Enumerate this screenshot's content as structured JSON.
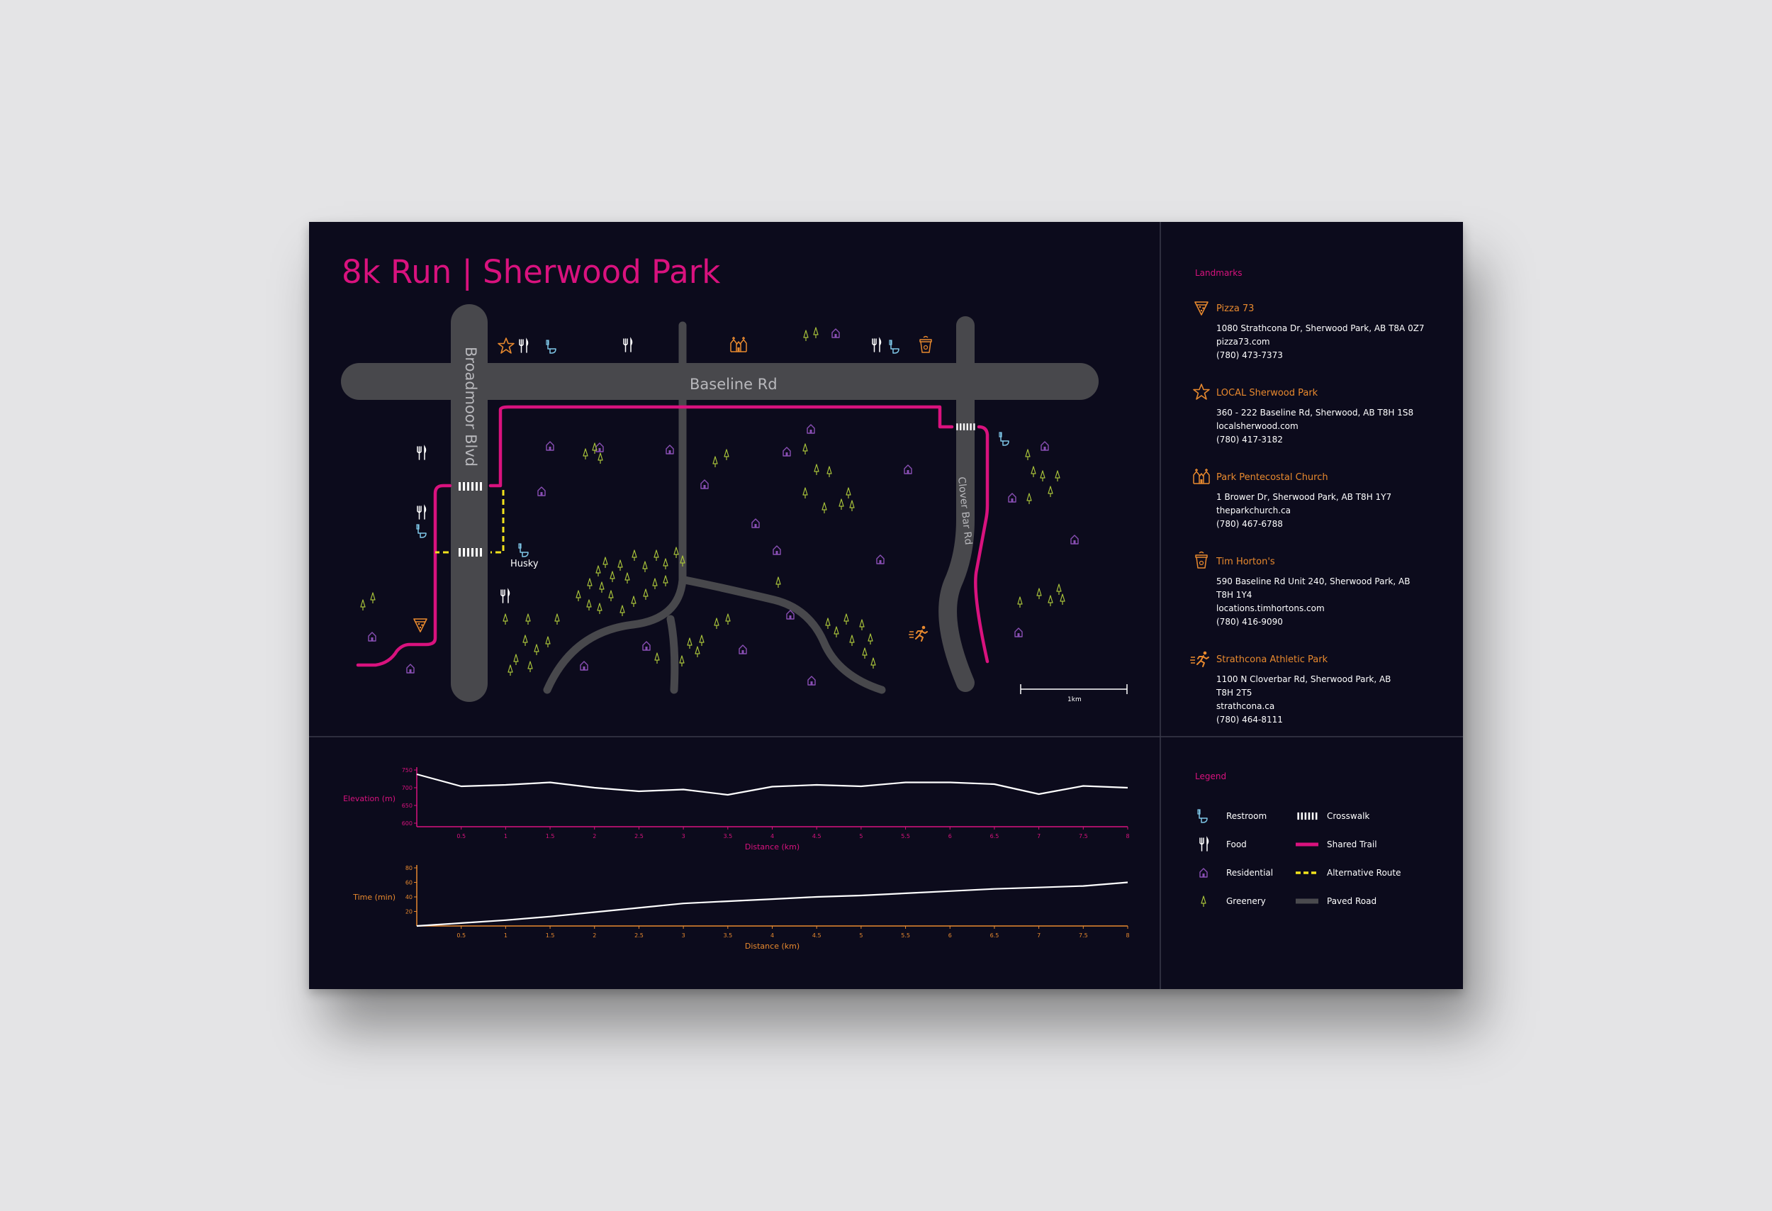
{
  "title": "8k Run | Sherwood Park",
  "roads": {
    "baseline": "Baseline Rd",
    "broadmoor": "Broadmoor Blvd",
    "cloverbar": "Clover Bar Rd"
  },
  "map_labels": {
    "husky": "Husky",
    "scale": "1km"
  },
  "colors": {
    "background": "#0c0b1c",
    "magenta": "#d9127e",
    "orange": "#e8892e",
    "yellow": "#f2e21c",
    "road": "#4a4a4e",
    "purple": "#8a4fb5",
    "green": "#a8c23a",
    "blue": "#7fc8e8",
    "white": "#ffffff"
  },
  "landmarks": {
    "heading": "Landmarks",
    "items": [
      {
        "icon": "pizza-icon",
        "name": "Pizza 73",
        "lines": [
          "1080 Strathcona Dr, Sherwood Park, AB T8A 0Z7",
          "pizza73.com",
          "(780) 473-7373"
        ]
      },
      {
        "icon": "star-icon",
        "name": "LOCAL Sherwood Park",
        "lines": [
          "360 - 222 Baseline Rd, Sherwood, AB T8H 1S8",
          "localsherwood.com",
          "(780) 417-3182"
        ]
      },
      {
        "icon": "church-icon",
        "name": "Park Pentecostal Church",
        "lines": [
          "1 Brower Dr, Sherwood Park, AB T8H 1Y7",
          "theparkchurch.ca",
          "(780) 467-6788"
        ]
      },
      {
        "icon": "coffee-cup-icon",
        "name": "Tim Horton's",
        "lines": [
          "590 Baseline Rd Unit 240, Sherwood Park, AB",
          "T8H 1Y4",
          "locations.timhortons.com",
          "(780) 416-9090"
        ]
      },
      {
        "icon": "runner-icon",
        "name": "Strathcona Athletic Park",
        "lines": [
          "1100 N Cloverbar Rd, Sherwood Park, AB",
          "T8H 2T5",
          "strathcona.ca",
          "(780) 464-8111"
        ]
      }
    ]
  },
  "legend": {
    "heading": "Legend",
    "items": [
      {
        "icon": "restroom-icon",
        "label": "Restroom"
      },
      {
        "icon": "food-icon",
        "label": "Food"
      },
      {
        "icon": "residential-icon",
        "label": "Residential"
      },
      {
        "icon": "greenery-icon",
        "label": "Greenery"
      },
      {
        "icon": "crosswalk-icon",
        "label": "Crosswalk"
      },
      {
        "icon": "shared-trail-line",
        "label": "Shared Trail"
      },
      {
        "icon": "alternative-route-line",
        "label": "Alternative Route"
      },
      {
        "icon": "paved-road-line",
        "label": "Paved Road"
      }
    ]
  },
  "chart_data": [
    {
      "type": "line",
      "ylabel": "Elevation (m)",
      "xlabel": "Distance (km)",
      "x": [
        0,
        0.5,
        1,
        1.5,
        2,
        2.5,
        3,
        3.5,
        4,
        4.5,
        5,
        5.5,
        6,
        6.5,
        7,
        7.5,
        8
      ],
      "y": [
        738,
        704,
        708,
        715,
        700,
        690,
        695,
        680,
        703,
        708,
        704,
        715,
        715,
        710,
        682,
        705,
        700
      ],
      "ylim": [
        590,
        750
      ],
      "yticks": [
        600,
        650,
        700,
        750
      ],
      "xticks": [
        "0.5",
        "1",
        "1.5",
        "2",
        "2.5",
        "3",
        "3.5",
        "4",
        "4.5",
        "5",
        "5.5",
        "6",
        "6.5",
        "7",
        "7.5",
        "8"
      ],
      "color": "#d9127e"
    },
    {
      "type": "line",
      "ylabel": "Time (min)",
      "xlabel": "Distance (km)",
      "x": [
        0,
        0.5,
        1,
        1.5,
        2,
        2.5,
        3,
        3.5,
        4,
        4.5,
        5,
        5.5,
        6,
        6.5,
        7,
        7.5,
        8
      ],
      "y": [
        0,
        4,
        8,
        13,
        19,
        25,
        31,
        34,
        37,
        40,
        42,
        45,
        48,
        51,
        53,
        55,
        60
      ],
      "ylim": [
        0,
        80
      ],
      "yticks": [
        20,
        40,
        60,
        80
      ],
      "xticks": [
        "0.5",
        "1",
        "1.5",
        "2",
        "2.5",
        "3",
        "3.5",
        "4",
        "4.5",
        "5",
        "5.5",
        "6",
        "6.5",
        "7",
        "7.5",
        "8"
      ],
      "color": "#e8892e"
    }
  ]
}
